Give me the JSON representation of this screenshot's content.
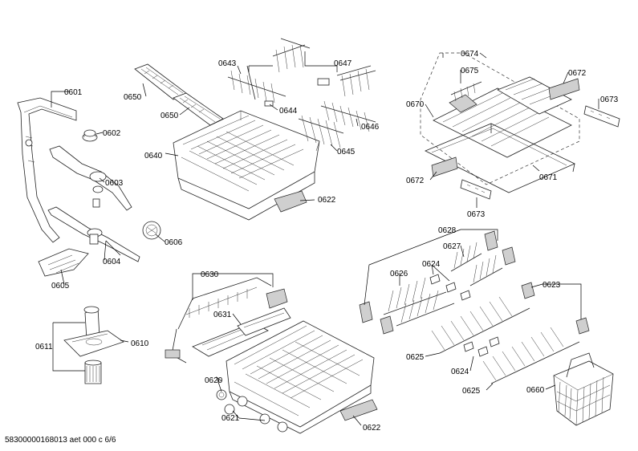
{
  "footer": {
    "document_code": "58300000168013 aet 000 c 6/6"
  },
  "labels": {
    "p0601": "0601",
    "p0602": "0602",
    "p0603": "0603",
    "p0604": "0604",
    "p0605": "0605",
    "p0606": "0606",
    "p0610": "0610",
    "p0611": "0611",
    "p0620": "0620",
    "p0621": "0621",
    "p0622a": "0622",
    "p0622b": "0622",
    "p0623": "0623",
    "p0624a": "0624",
    "p0624b": "0624",
    "p0625a": "0625",
    "p0625b": "0625",
    "p0626": "0626",
    "p0627": "0627",
    "p0628": "0628",
    "p0630": "0630",
    "p0631": "0631",
    "p0640": "0640",
    "p0643": "0643",
    "p0644": "0644",
    "p0645": "0645",
    "p0646": "0646",
    "p0647": "0647",
    "p0650a": "0650",
    "p0650b": "0650",
    "p0660": "0660",
    "p0670": "0670",
    "p0671": "0671",
    "p0672a": "0672",
    "p0672b": "0672",
    "p0673a": "0673",
    "p0673b": "0673",
    "p0674": "0674",
    "p0675": "0675"
  }
}
